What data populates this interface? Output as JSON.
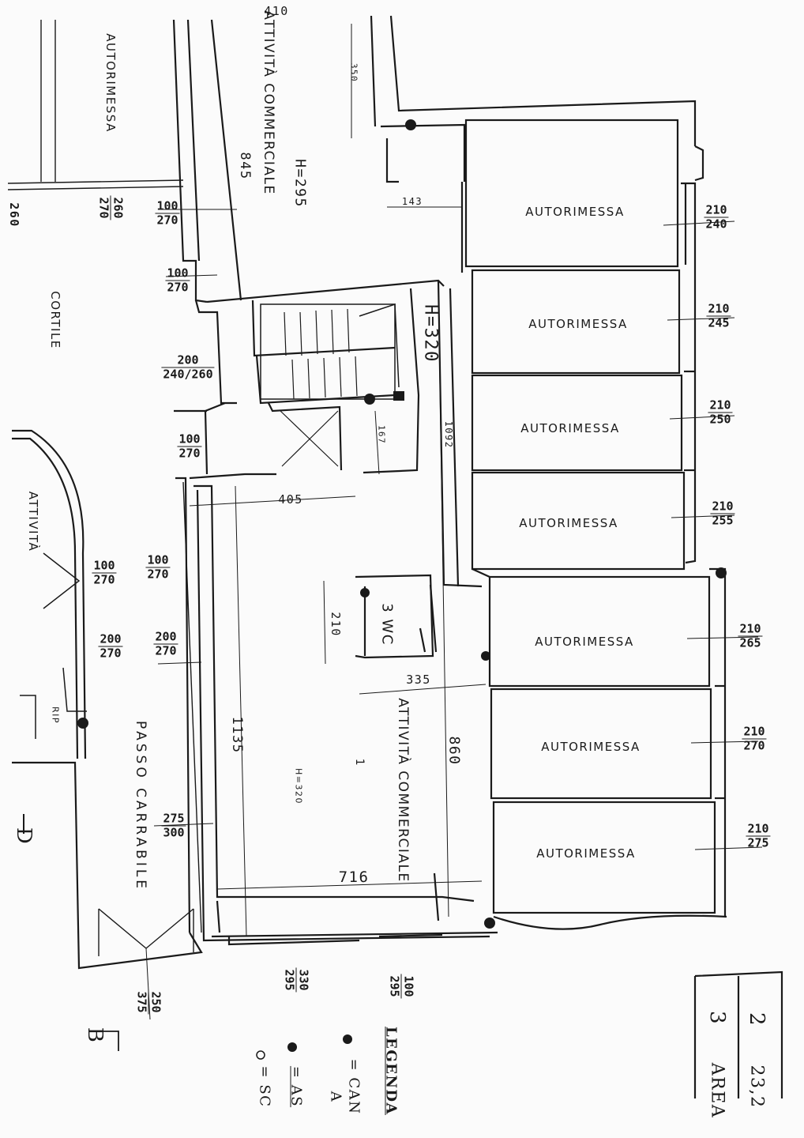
{
  "rooms": {
    "autorimessa": "AUTORIMESSA",
    "attivita_commerciale": "ATTIVITÀ COMMERCIALE",
    "attivita_commerciale_lower": "ATTIVITÀ COMMERCIALE",
    "attivita_left": "ATTIVITÀ",
    "cortile": "CORTILE",
    "passo_carrabile": "PASSO CARRABILE",
    "wc": "3 WC",
    "rip": "RIP",
    "room_number": "1"
  },
  "heights": {
    "upper_shop": "H=295",
    "stair": "H=320",
    "lower_shop": "H=320"
  },
  "dimensions": {
    "top_width": "410",
    "d_350": "350",
    "d_845": "845",
    "d_143": "143",
    "d_405": "405",
    "d_167": "167",
    "d_1092": "1092",
    "d_210": "210",
    "d_335": "335",
    "d_1135": "1135",
    "d_860": "860",
    "d_716": "716",
    "d_260": "260"
  },
  "openings": {
    "left_top": {
      "top": "260",
      "bottom": "270"
    },
    "w1": {
      "top": "100",
      "bottom": "270"
    },
    "w2": {
      "top": "100",
      "bottom": "270"
    },
    "w3": {
      "top": "200",
      "bottom": "240/260"
    },
    "w4": {
      "top": "100",
      "bottom": "270"
    },
    "w5": {
      "top": "100",
      "bottom": "270"
    },
    "w5b": {
      "top": "100",
      "bottom": "270"
    },
    "w6": {
      "top": "200",
      "bottom": "270"
    },
    "w6b": {
      "top": "200",
      "bottom": "270"
    },
    "w7": {
      "top": "275",
      "bottom": "300"
    },
    "g1": {
      "top": "210",
      "bottom": "240"
    },
    "g2": {
      "top": "210",
      "bottom": "245"
    },
    "g3": {
      "top": "210",
      "bottom": "250"
    },
    "g4": {
      "top": "210",
      "bottom": "255"
    },
    "g5": {
      "top": "210",
      "bottom": "265"
    },
    "g6": {
      "top": "210",
      "bottom": "270"
    },
    "g7": {
      "top": "210",
      "bottom": "275"
    },
    "b1": {
      "top": "330",
      "bottom": "295"
    },
    "b2": {
      "top": "100",
      "bottom": "295"
    },
    "b3": {
      "top": "250",
      "bottom": "375"
    }
  },
  "markers": {
    "section_b": "B",
    "section_d": "D"
  },
  "legend": {
    "title": "LEGENDA",
    "item1": "= CAN",
    "item1b": "A",
    "item2": "= AS",
    "item3": "= SC"
  },
  "table": {
    "c1": "3",
    "c2": "2",
    "c3": "AREA",
    "c4": "23,2"
  }
}
